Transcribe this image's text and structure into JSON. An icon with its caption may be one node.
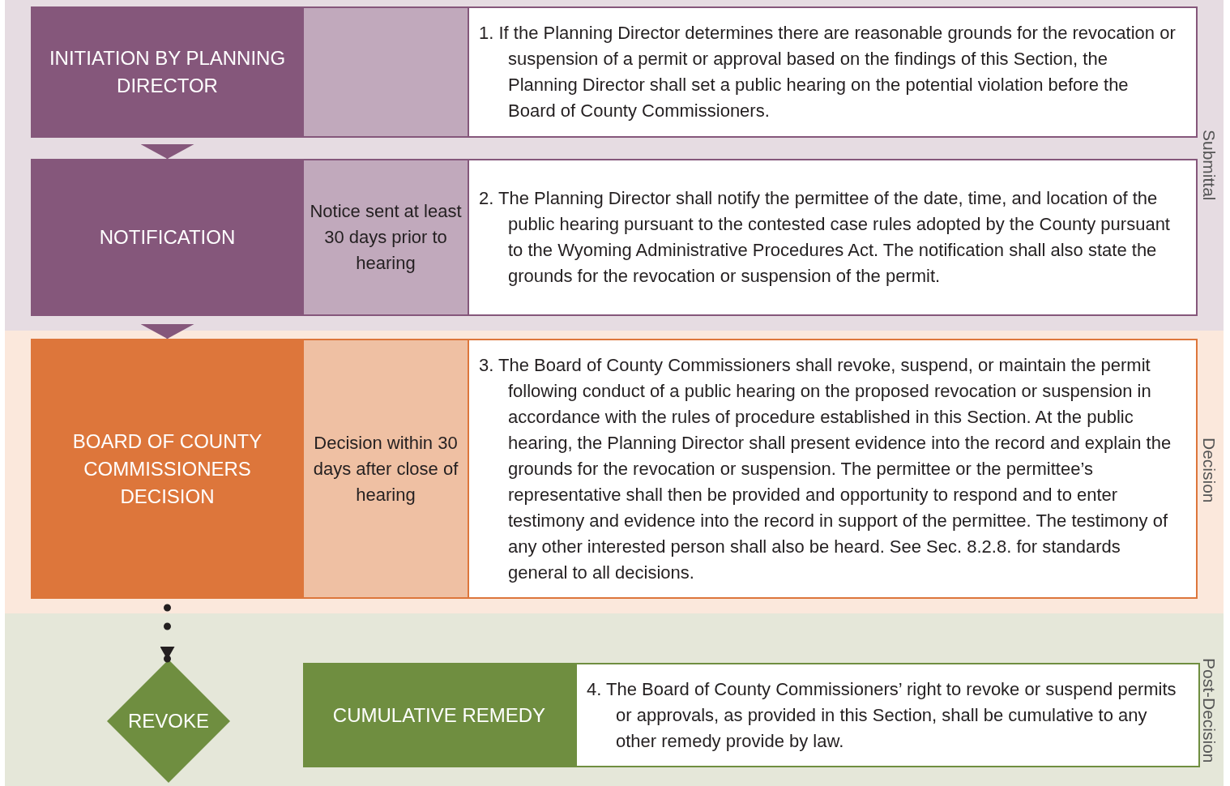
{
  "diagram": {
    "nodes": [
      {
        "text": [
          "Submittal"
        ]
      },
      {
        "text": [
          "INITIATION BY PLANNING DIRECTOR"
        ],
        "in": 0
      },
      {
        "text": [],
        "shape": "box",
        "in": 0
      },
      {
        "text": [
          "1. If the Planning Director determines there are reasonable grounds for the revocation or suspension of a permit or approval based on the findings of this Section, the Planning Director shall set a public hearing on the potential violation before the Board of County Commissioners."
        ],
        "in": 0
      },
      {
        "text": [
          "NOTIFICATION"
        ],
        "in": 0
      },
      {
        "text": [
          "Notice sent at least 30 days prior to hearing"
        ],
        "in": 0
      },
      {
        "text": [
          "2. The Planning Director shall notify the permittee of the date, time, and location of the public hearing pursuant to the contested case rules adopted by the County pursuant to the Wyoming Administrative Procedures Act. The notification shall also state the grounds for the revocation or suspension of the permit."
        ],
        "in": 0
      },
      {
        "text": [
          "Decision"
        ]
      },
      {
        "text": [
          "BOARD OF COUNTY COMMISSIONERS DECISION"
        ],
        "in": 7
      },
      {
        "text": [
          "Decision within 30 days after close of hearing"
        ],
        "in": 7
      },
      {
        "text": [
          "3. The Board of County Commissioners shall revoke, suspend, or maintain the permit following conduct of a public hearing on the proposed revocation or suspension in accordance with the rules of procedure established in this Section. At the public hearing, the Planning Director shall present evidence into the record and explain the grounds for the revocation or suspension. The permittee or the permittee’s representative shall then be provided and opportunity to respond and to enter testimony and evidence into the record in support of the permittee. The testimony of any other interested person shall also be heard. See Sec. 8.2.8. for standards general to all decisions."
        ],
        "in": 7
      },
      {
        "text": [
          "Post-Decision"
        ]
      },
      {
        "text": [
          "REVOKE"
        ],
        "in": 11
      },
      {
        "text": [
          "CUMULATIVE REMEDY"
        ],
        "in": 11
      },
      {
        "text": [
          "4. The Board of County Commissioners’ right to revoke or suspend permits or approvals, as provided in this Section, shall be cumulative to any other remedy provide by law."
        ],
        "in": 11
      }
    ],
    "edges": [
      {
        "from": 1,
        "to": 4,
        "arrow": "to"
      },
      {
        "from": 4,
        "to": 8,
        "arrow": "to"
      },
      {
        "from": 8,
        "to": 12,
        "arrow": "to",
        "style": "dashed",
        "color": "#231f20"
      }
    ]
  }
}
